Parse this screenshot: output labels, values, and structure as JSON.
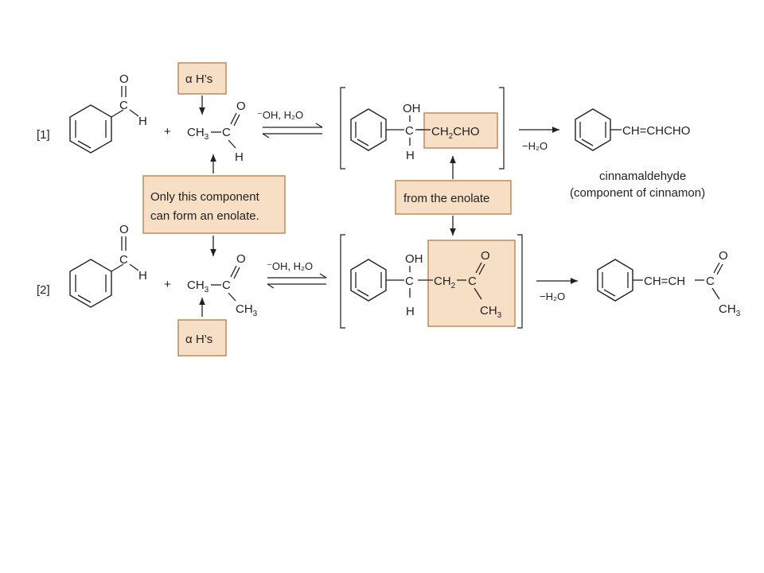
{
  "reactions": [
    {
      "label": "[1]",
      "reagents": "⁻OH, H₂O",
      "elimination": "−H₂O",
      "product_name": "cinnamaldehyde",
      "product_desc": "(component of cinnamon)"
    },
    {
      "label": "[2]",
      "reagents": "⁻OH, H₂O",
      "elimination": "−H₂O"
    }
  ],
  "callouts": {
    "alpha_h_top": "α H’s",
    "alpha_h_bottom": "α H’s",
    "enolate_note_line1": "Only this component",
    "enolate_note_line2": "can form an enolate.",
    "from_enolate": "from the enolate"
  },
  "atoms": {
    "O": "O",
    "H": "H",
    "C": "C",
    "OH": "OH",
    "plus": "+",
    "CH3": "CH",
    "CH2CHO_a": "CH",
    "CH2CHO_b": "CHO",
    "CH2": "CH",
    "sub2": "2",
    "sub3": "3",
    "CH_eq_CHCHO": "CH=CHCHO",
    "CH_eq_CH": "CH=CH"
  },
  "colors": {
    "highlight_fill": "#f6dfc4",
    "highlight_stroke": "#c08a5a",
    "ink": "#231f20"
  }
}
